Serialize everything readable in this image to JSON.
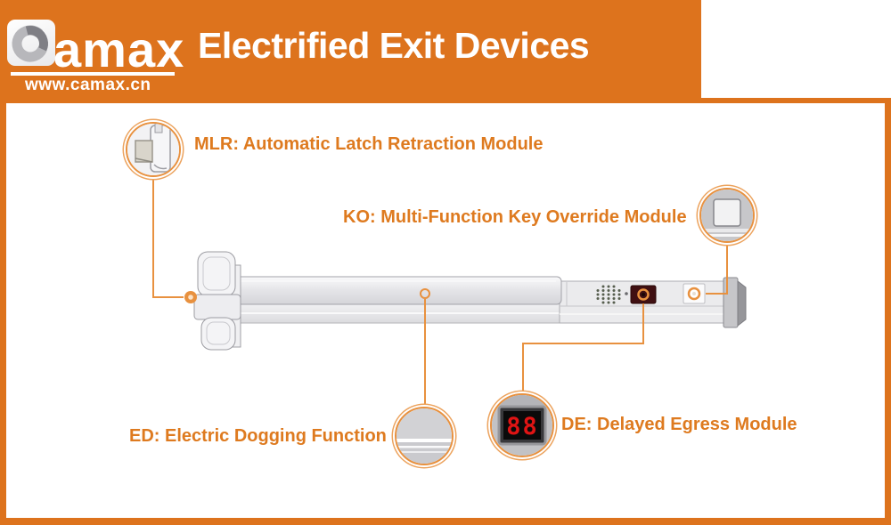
{
  "theme": {
    "header_orange": "#DD731D",
    "label_orange": "#DE7A1F",
    "connector_orange": "#E8913F",
    "display_red": "#E01414"
  },
  "header": {
    "brand_text": "amax",
    "brand_icon": "camax-c-logo",
    "website": "www.camax.cn",
    "title": "Electrified Exit Devices"
  },
  "diagram": {
    "callouts": {
      "mlr": {
        "label": "MLR: Automatic Latch Retraction Module"
      },
      "ko": {
        "label": "KO: Multi-Function Key Override Module"
      },
      "ed": {
        "label": "ED: Electric Dogging Function"
      },
      "de": {
        "label": "DE: Delayed Egress Module",
        "display_value": "88"
      }
    }
  }
}
